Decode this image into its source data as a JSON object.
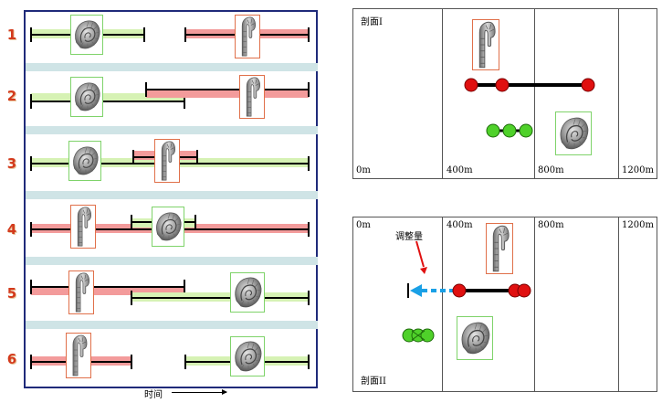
{
  "panel_left": {
    "rows": [
      "1",
      "2",
      "3",
      "4",
      "5",
      "6"
    ],
    "time_label": "时间"
  },
  "section1": {
    "title": "剖面I",
    "ticks": [
      "0m",
      "400m",
      "800m",
      "1200m"
    ]
  },
  "section2": {
    "title": "剖面II",
    "ticks": [
      "0m",
      "400m",
      "800m",
      "1200m"
    ],
    "adjust_label": "调整量"
  },
  "colors": {
    "green_range": "#d6f2b4",
    "red_range": "#f39b9b",
    "panel_border": "#1f2a7a",
    "separator": "#cfe4e6",
    "row_number": "#d33a1c",
    "red_marker": "#e01010",
    "green_marker": "#4fd12a",
    "adjust_arrow": "#1aa0e6"
  },
  "icons": [
    "ammonite-coiled-icon",
    "ammonite-hooked-icon"
  ]
}
